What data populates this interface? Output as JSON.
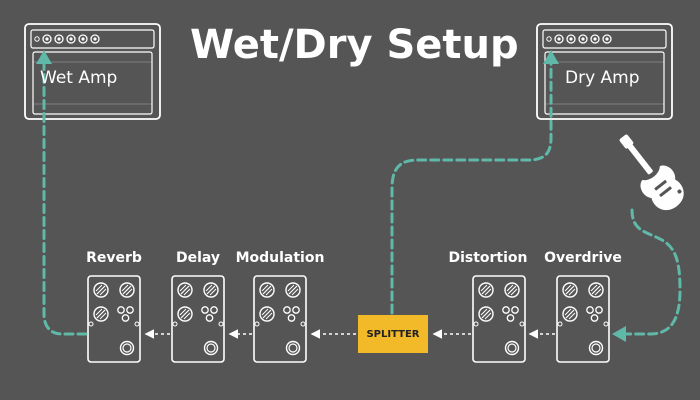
{
  "title": "Wet/Dry Setup",
  "amps": {
    "wet": "Wet Amp",
    "dry": "Dry Amp"
  },
  "pedals": {
    "reverb": "Reverb",
    "delay": "Delay",
    "modulation": "Modulation",
    "distortion": "Distortion",
    "overdrive": "Overdrive"
  },
  "splitter": "SPLITTER",
  "colors": {
    "background": "#555555",
    "line_art": "#ffffff",
    "signal_path": "#5fb8a8",
    "splitter_fill": "#f2b928"
  },
  "icons": {
    "guitar": "electric-guitar-icon",
    "amp": "amplifier-icon",
    "pedal": "effects-pedal-icon"
  }
}
